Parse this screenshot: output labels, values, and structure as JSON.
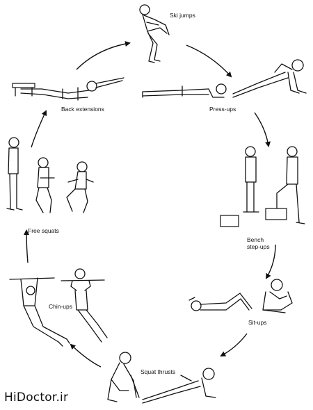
{
  "exercises": {
    "ski_jumps": "Ski jumps",
    "press_ups": "Press-ups",
    "bench_step_ups_line1": "Bench",
    "bench_step_ups_line2": "step-ups",
    "sit_ups": "Sit-ups",
    "squat_thrusts": "Squat thrusts",
    "chin_ups": "Chin-ups",
    "free_squats": "Free squats",
    "back_extensions": "Back extensions"
  },
  "watermark": "HiDoctor.ir",
  "colors": {
    "ink": "#111111",
    "background": "#ffffff"
  }
}
